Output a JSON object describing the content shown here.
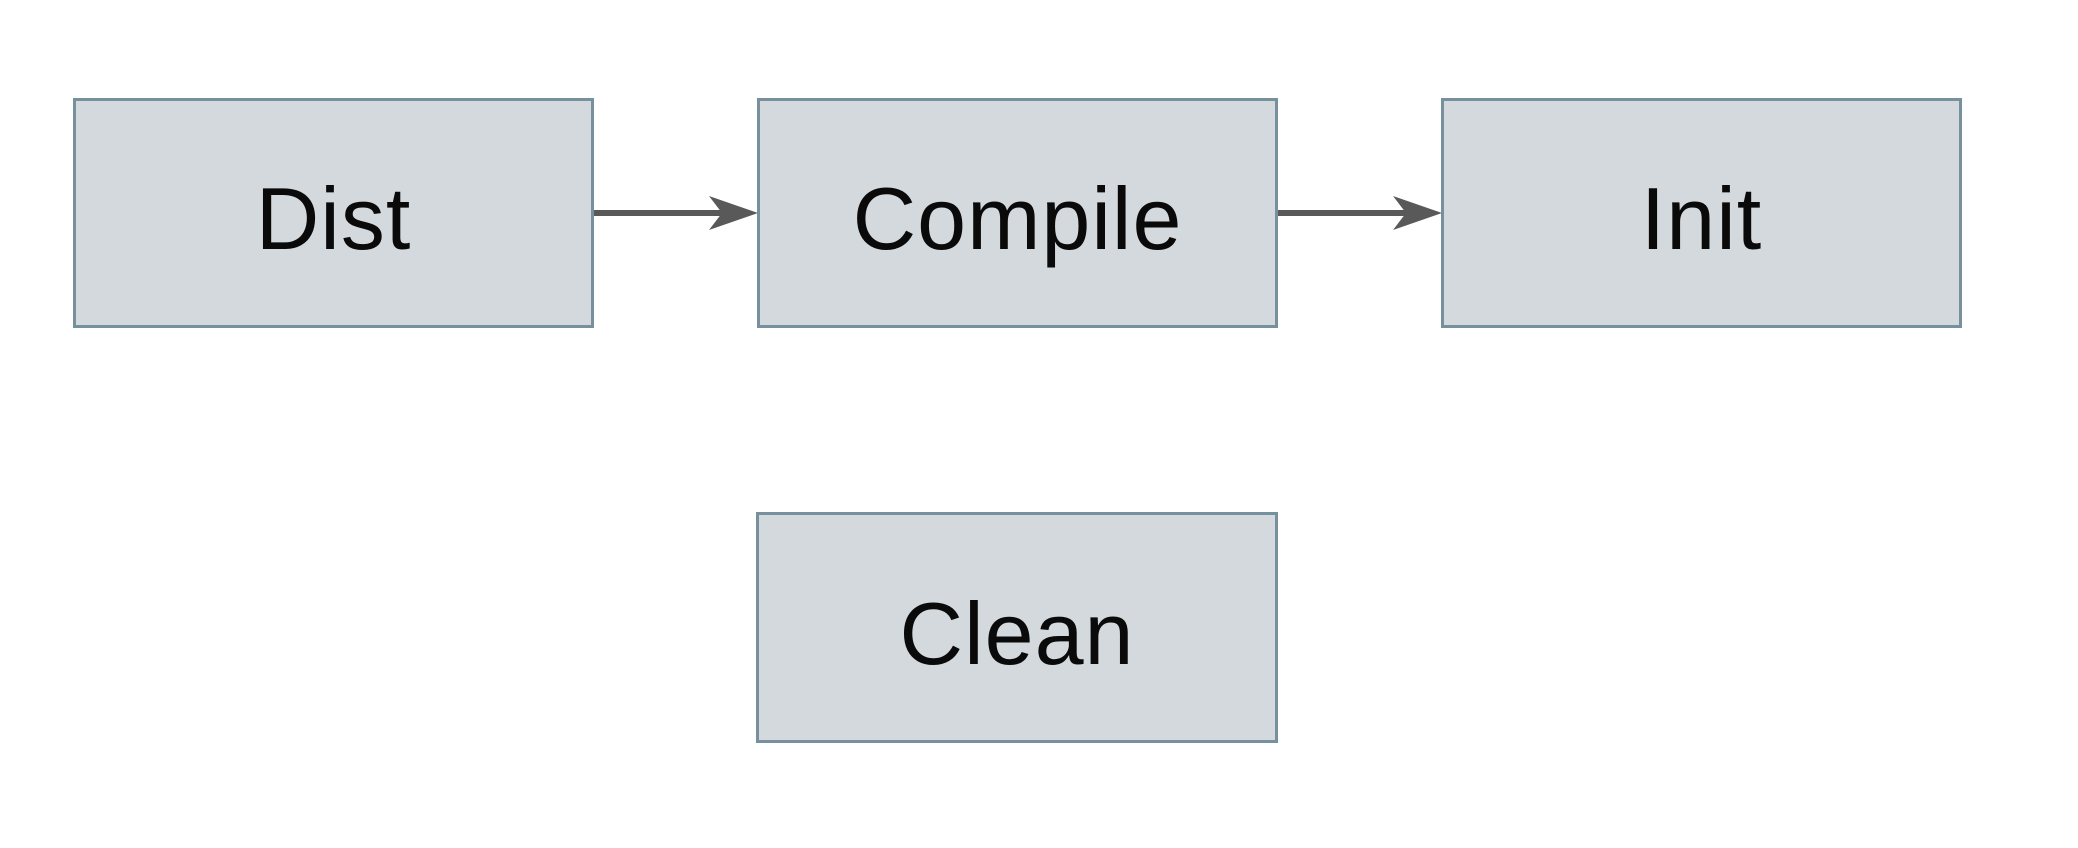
{
  "diagram": {
    "type": "flowchart",
    "colors": {
      "canvas-bg": "#ffffff",
      "node-fill": "#d3d9dc",
      "node-border": "#76909e",
      "arrow-color": "#595959",
      "text-color": "#0a0a0a"
    },
    "nodes": [
      {
        "id": "dist",
        "label": "Dist"
      },
      {
        "id": "compile",
        "label": "Compile"
      },
      {
        "id": "init",
        "label": "Init"
      },
      {
        "id": "clean",
        "label": "Clean"
      }
    ],
    "edges": [
      {
        "from": "dist",
        "to": "compile",
        "style": "arrow-right"
      },
      {
        "from": "compile",
        "to": "init",
        "style": "arrow-right"
      }
    ]
  }
}
